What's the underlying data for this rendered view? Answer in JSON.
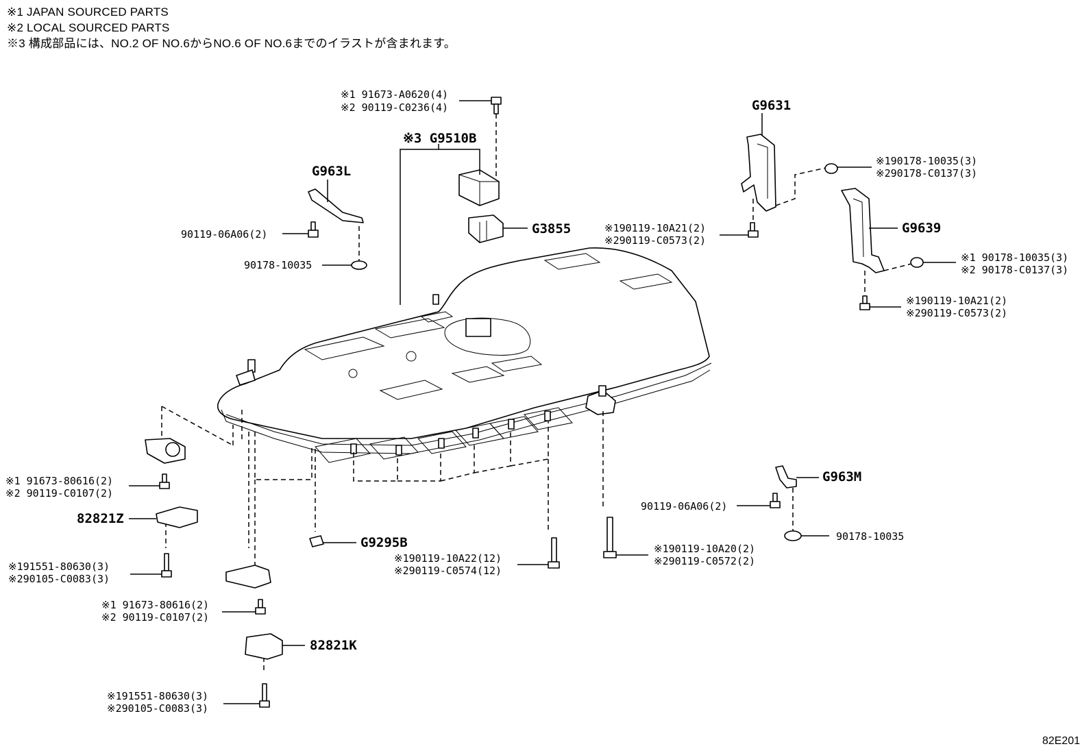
{
  "notes": [
    "※1 JAPAN SOURCED PARTS",
    "※2 LOCAL SOURCED PARTS",
    "※3 構成部品には、NO.2 OF NO.6からNO.6 OF NO.6までのイラストが含まれます。"
  ],
  "labels": {
    "top_bolt_1": "※1 91673-A0620(4)",
    "top_bolt_2": "※2 90119-C0236(4)",
    "g9510b": "※3 G9510B",
    "g963l": "G963L",
    "left_bolt": "90119-06A06(2)",
    "left_nut": "90178-10035",
    "g3855": "G3855",
    "g9631": "G9631",
    "nut_a_1": "※190178-10035(3)",
    "nut_a_2": "※290178-C0137(3)",
    "bolt_b_1": "※190119-10A21(2)",
    "bolt_b_2": "※290119-C0573(2)",
    "g9639": "G9639",
    "nut_c_1": "※1 90178-10035(3)",
    "nut_c_2": "※2 90178-C0137(3)",
    "bolt_d_1": "※190119-10A21(2)",
    "bolt_d_2": "※290119-C0573(2)",
    "ll_bolt_1": "※1 91673-80616(2)",
    "ll_bolt_2": "※2 90119-C0107(2)",
    "p82821z": "82821Z",
    "ll_screw_1": "※191551-80630(3)",
    "ll_screw_2": "※290105-C0083(3)",
    "g9295b": "G9295B",
    "long_bolt_1": "※190119-10A22(12)",
    "long_bolt_2": "※290119-C0574(12)",
    "g963m": "G963M",
    "right_bolt": "90119-06A06(2)",
    "right_nut": "90178-10035",
    "rb_bolt_1": "※190119-10A20(2)",
    "rb_bolt_2": "※290119-C0572(2)",
    "mid_bolt_1": "※1 91673-80616(2)",
    "mid_bolt_2": "※2 90119-C0107(2)",
    "p82821k": "82821K",
    "bot_screw_1": "※191551-80630(3)",
    "bot_screw_2": "※290105-C0083(3)"
  },
  "figure_code": "82E201"
}
